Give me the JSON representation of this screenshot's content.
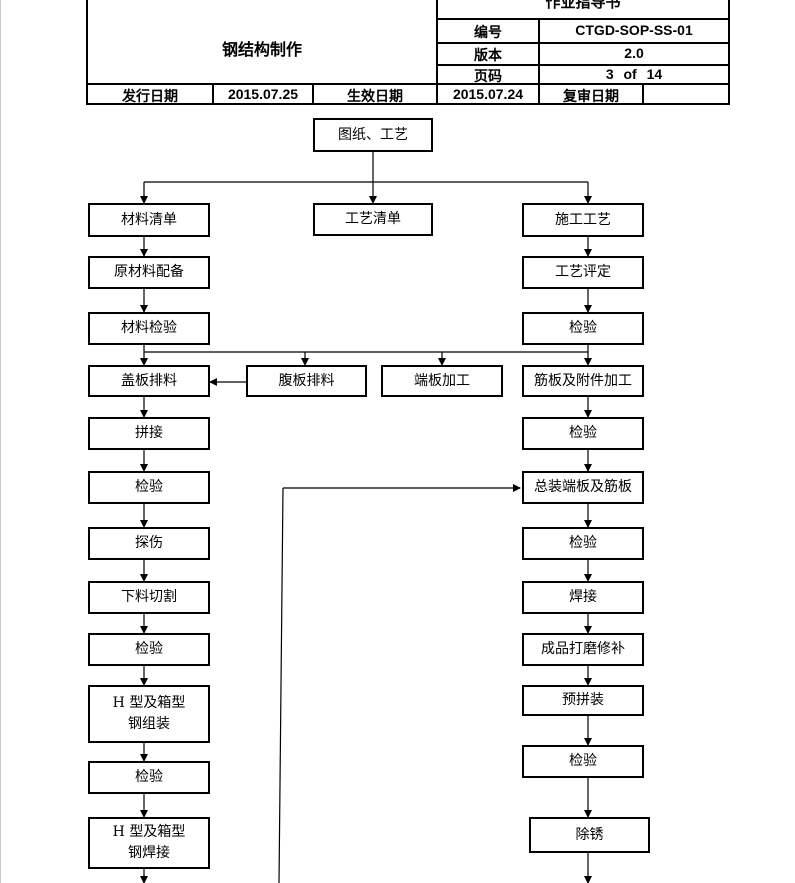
{
  "header": {
    "doc_title_partial": "作业指导书",
    "title": "钢结构制作",
    "number_label": "编号",
    "number_value": "CTGD-SOP-SS-01",
    "version_label": "版本",
    "version_value": "2.0",
    "page_label": "页码",
    "page_current": "3",
    "page_of": "of",
    "page_total": "14",
    "issue_date_label": "发行日期",
    "issue_date_value": "2015.07.25",
    "effective_date_label": "生效日期",
    "effective_date_value": "2015.07.24",
    "review_date_label": "复审日期",
    "review_date_value": ""
  },
  "flow": {
    "drawings": "图纸、工艺",
    "material_list": "材料清单",
    "process_list": "工艺清单",
    "construction_process": "施工工艺",
    "raw_material_prep": "原材料配备",
    "process_evaluation": "工艺评定",
    "material_inspection": "材料检验",
    "inspection_r1": "检验",
    "cover_plate_nesting": "盖板排料",
    "web_plate_nesting": "腹板排料",
    "end_plate_processing": "端板加工",
    "rib_attachment_processing": "筋板及附件加工",
    "splicing": "拼接",
    "inspection_r2": "检验",
    "inspection_l1": "检验",
    "final_assembly": "总装端板及筋板",
    "flaw_detection": "探伤",
    "inspection_r3": "检验",
    "cutting": "下料切割",
    "welding": "焊接",
    "inspection_l2": "检验",
    "grinding_repair": "成品打磨修补",
    "h_box_assembly_line1": "H 型及箱型",
    "h_box_assembly_line2": "钢组装",
    "pre_assembly": "预拼装",
    "inspection_l3": "检验",
    "inspection_r4": "检验",
    "h_box_welding_line1": "H 型及箱型",
    "h_box_welding_line2": "钢焊接",
    "rust_removal": "除锈"
  }
}
